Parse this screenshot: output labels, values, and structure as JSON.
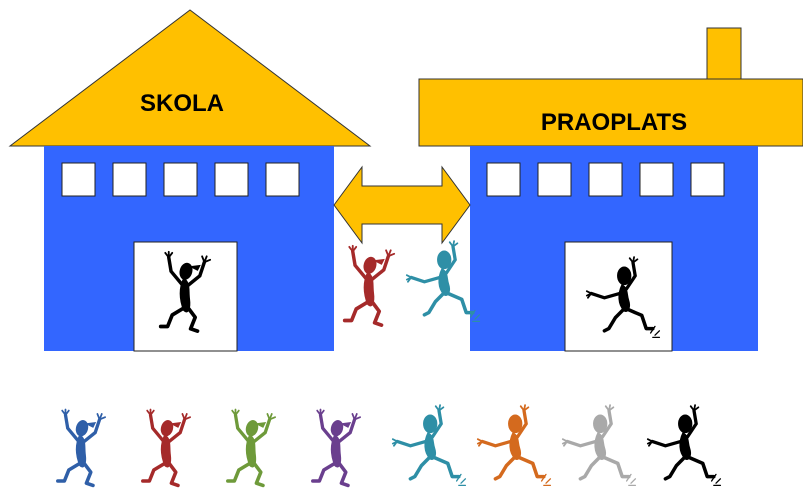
{
  "school": {
    "label": "SKOLA",
    "wall_color": "#3366FF",
    "roof_color": "#FFC000",
    "window_count": 5
  },
  "workplace": {
    "label": "PRAOPLATS",
    "wall_color": "#3366FF",
    "roof_color": "#FFC000",
    "window_count": 5
  },
  "arrow": {
    "color": "#FFC000",
    "direction": "bidirectional"
  },
  "figures_between": [
    {
      "name": "figure-red",
      "color": "#A52A2A",
      "pose": "jump"
    },
    {
      "name": "figure-teal",
      "color": "#2E8FA6",
      "pose": "climb"
    }
  ],
  "figures_in_doors": [
    {
      "name": "figure-black-school-door",
      "color": "#000000",
      "pose": "jump"
    },
    {
      "name": "figure-black-workplace-door",
      "color": "#000000",
      "pose": "climb"
    }
  ],
  "figures_row": [
    {
      "name": "figure-blue",
      "color": "#2F5FA8",
      "pose": "jump"
    },
    {
      "name": "figure-red",
      "color": "#A52A2A",
      "pose": "jump"
    },
    {
      "name": "figure-green",
      "color": "#6E9A3A",
      "pose": "jump"
    },
    {
      "name": "figure-purple",
      "color": "#6A3F8E",
      "pose": "jump"
    },
    {
      "name": "figure-teal",
      "color": "#2E8FA6",
      "pose": "climb"
    },
    {
      "name": "figure-orange",
      "color": "#D46A1E",
      "pose": "climb"
    },
    {
      "name": "figure-gray",
      "color": "#A9A9A9",
      "pose": "climb"
    },
    {
      "name": "figure-black",
      "color": "#000000",
      "pose": "climb"
    }
  ]
}
